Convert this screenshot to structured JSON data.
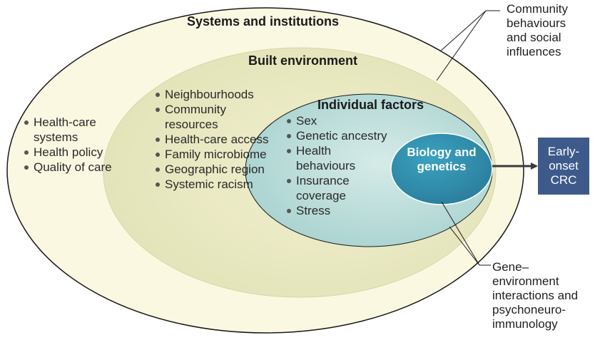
{
  "colors": {
    "outer_fill": "#fbf8e2",
    "outer_stroke": "#1a1a1a",
    "middle_fill": "#e9e9c2",
    "inner_fill": "#b9dcd9",
    "core_fill": "#2f8fad",
    "outcome_box": "#3d5a8a"
  },
  "levels": {
    "systems": {
      "title": "Systems and institutions",
      "items": [
        "Health-care systems",
        "Health policy",
        "Quality of care"
      ]
    },
    "built": {
      "title": "Built environment",
      "items": [
        "Neighbourhoods",
        "Community resources",
        "Health-care access",
        "Family microbiome",
        "Geographic region",
        "Systemic racism"
      ]
    },
    "individual": {
      "title": "Individual factors",
      "items": [
        "Sex",
        "Genetic ancestry",
        "Health behaviours",
        "Insurance coverage",
        "Stress"
      ]
    },
    "core": {
      "title": "Biology and genetics"
    }
  },
  "outcome": {
    "line1": "Early-",
    "line2": "onset",
    "line3": "CRC"
  },
  "annotations": {
    "community": "Community behaviours and social influences",
    "gene_env": "Gene–environment interactions and psychoneuro-immunology"
  }
}
